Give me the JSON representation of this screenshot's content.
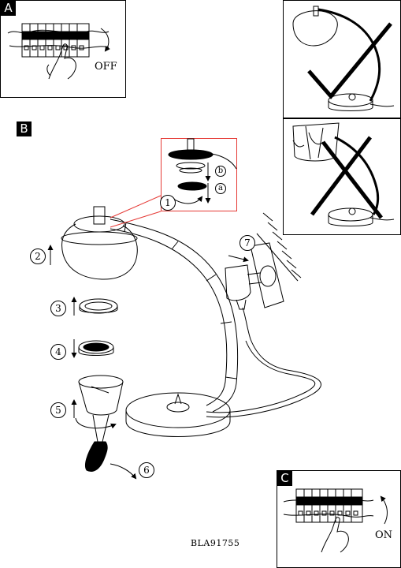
{
  "sections": {
    "a": "A",
    "b": "B",
    "c": "C"
  },
  "switch_labels": {
    "off": "OFF",
    "on": "ON"
  },
  "steps": [
    "1",
    "2",
    "3",
    "4",
    "5",
    "6",
    "7"
  ],
  "substeps": [
    "b",
    "a"
  ],
  "model_code": "BLA91755",
  "icons": {
    "correct": "check-mark-icon",
    "incorrect": "cross-mark-icon",
    "breaker": "circuit-breaker-icon",
    "hand": "hand-icon"
  },
  "colors": {
    "line": "#000000",
    "highlight": "#e53935",
    "background": "#ffffff"
  }
}
